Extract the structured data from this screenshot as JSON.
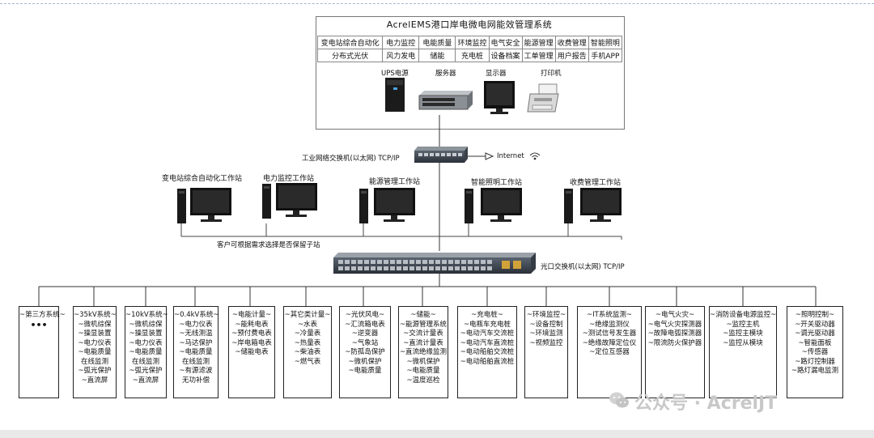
{
  "system": {
    "title": "AcrelEMS港口岸电微电网能效管理系统",
    "modules_row1": [
      "变电站综合自动化",
      "电力监控",
      "电能质量",
      "环境监控",
      "电气安全",
      "能源管理",
      "收费管理",
      "智能照明"
    ],
    "modules_row2": [
      "分布式光伏",
      "风力发电",
      "储能",
      "充电桩",
      "设备档案",
      "工单管理",
      "用户报告",
      "手机APP"
    ],
    "devices": {
      "ups": "UPS电源",
      "server": "服务器",
      "monitor": "显示器",
      "printer": "打印机"
    }
  },
  "network": {
    "industrial_switch": "工业网络交换机(以太网) TCP/IP",
    "internet": "Internet",
    "optical_switch": "光口交换机(以太网) TCP/IP",
    "client_note": "客户可根据需求选择是否保留子站"
  },
  "workstations": [
    "变电站综合自动化工作站",
    "电力监控工作站",
    "能源管理工作站",
    "智能照明工作站",
    "收费管理工作站"
  ],
  "subsystems": [
    {
      "title": "~第三方系统~",
      "items": [
        "•••"
      ]
    },
    {
      "title": "~35kV系统~",
      "items": [
        "~微机综保",
        "~操显装置",
        "~电力仪表",
        "~电能质量",
        "在线监测",
        "~弧光保护",
        "~直流屏"
      ]
    },
    {
      "title": "~10kV系统~",
      "items": [
        "~微机综保",
        "~操显装置",
        "~电力仪表",
        "~电能质量",
        "在线监测",
        "~弧光保护",
        "~直流屏"
      ]
    },
    {
      "title": "~0.4kV系统~",
      "items": [
        "~电力仪表",
        "~无线测温",
        "~马达保护",
        "~电能质量",
        "在线监测",
        "~有源滤波",
        "无功补偿"
      ]
    },
    {
      "title": "~电能计量~",
      "items": [
        "~能耗电表",
        "~预付费电表",
        "~岸电箱电表",
        "~储能电表"
      ]
    },
    {
      "title": "~其它类计量~",
      "items": [
        "~水表",
        "~冷量表",
        "~热量表",
        "~柴油表",
        "~燃气表"
      ]
    },
    {
      "title": "~光伏风电~",
      "items": [
        "~汇流箱电表",
        "~逆变器",
        "~气象站",
        "~防孤岛保护",
        "~微机保护",
        "~电能质量"
      ]
    },
    {
      "title": "~储能~",
      "items": [
        "~能源管理系统",
        "~交流计量表",
        "~直流计量表",
        "~直流绝缘监测",
        "~微机保护",
        "~电能质量",
        "~温度巡检"
      ]
    },
    {
      "title": "~充电桩~",
      "items": [
        "~电瓶车充电桩",
        "~电动汽车交流桩",
        "~电动汽车直流桩",
        "~电动船舶交流桩",
        "~电动船舶直流桩"
      ]
    },
    {
      "title": "~环境监控~",
      "items": [
        "~设备控制",
        "~环境监测",
        "~视频监控"
      ]
    },
    {
      "title": "~IT系统监测~",
      "items": [
        "~绝缘监测仪",
        "~测试信号发生器",
        "~绝缘故障定位仪",
        "~定位互感器"
      ]
    },
    {
      "title": "~电气火灾~",
      "items": [
        "~电气火灾探测器",
        "~故障电弧探测器",
        "~限流防火保护器"
      ]
    },
    {
      "title": "~消防设备电源监控~",
      "items": [
        "~监控主机",
        "~监控主模块",
        "~监控从模块"
      ]
    },
    {
      "title": "~照明控制~",
      "items": [
        "~开关驱动器",
        "~调光驱动器",
        "~智能面板",
        "~传感器",
        "~路灯控制器",
        "~路灯漏电监测"
      ]
    }
  ],
  "watermark": "公众号 · AcrelJT",
  "colors": {
    "line": "#333333",
    "accent_border": "#777777",
    "watermark": "#c8c8c8"
  }
}
